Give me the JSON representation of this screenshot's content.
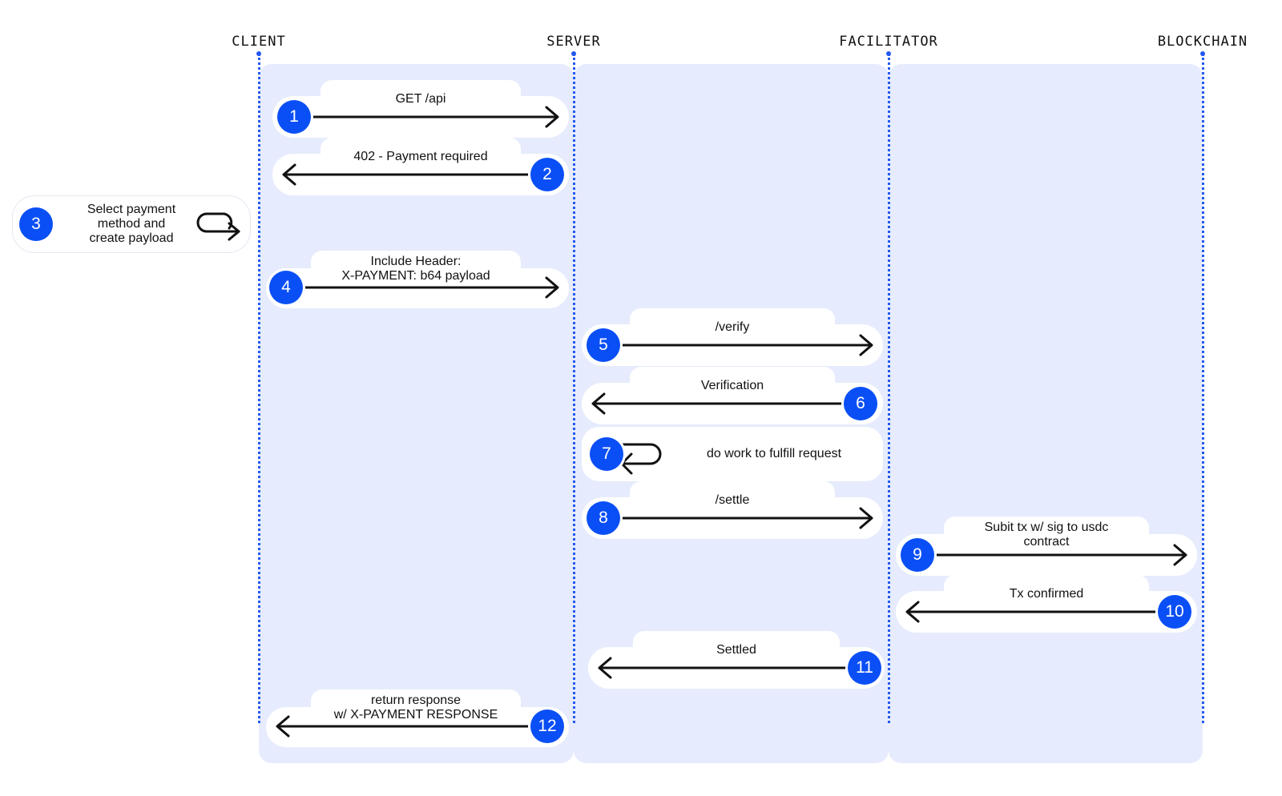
{
  "actors": [
    "CLIENT",
    "SERVER",
    "FACILITATOR",
    "BLOCKCHAIN"
  ],
  "steps": [
    {
      "num": "1",
      "label": "GET /api",
      "from": "CLIENT",
      "to": "SERVER"
    },
    {
      "num": "2",
      "label": "402 - Payment required",
      "from": "SERVER",
      "to": "CLIENT"
    },
    {
      "num": "3",
      "label": "Select payment method and create payload",
      "lines": [
        "Select payment",
        "method and",
        "create payload"
      ],
      "actor": "CLIENT"
    },
    {
      "num": "4",
      "label": "Include Header: X-PAYMENT: b64 payload",
      "lines": [
        "Include Header:",
        "X-PAYMENT: b64 payload"
      ],
      "from": "CLIENT",
      "to": "SERVER"
    },
    {
      "num": "5",
      "label": "/verify",
      "from": "SERVER",
      "to": "FACILITATOR"
    },
    {
      "num": "6",
      "label": "Verification",
      "from": "FACILITATOR",
      "to": "SERVER"
    },
    {
      "num": "7",
      "label": "do work to fulfill request",
      "actor": "SERVER"
    },
    {
      "num": "8",
      "label": "/settle",
      "from": "SERVER",
      "to": "FACILITATOR"
    },
    {
      "num": "9",
      "label": "Subit tx w/ sig to usdc contract",
      "lines": [
        "Subit tx w/ sig to usdc",
        "contract"
      ],
      "from": "FACILITATOR",
      "to": "BLOCKCHAIN"
    },
    {
      "num": "10",
      "label": "Tx confirmed",
      "from": "BLOCKCHAIN",
      "to": "FACILITATOR"
    },
    {
      "num": "11",
      "label": "Settled",
      "from": "FACILITATOR",
      "to": "SERVER"
    },
    {
      "num": "12",
      "label": "return response w/ X-PAYMENT RESPONSE",
      "lines": [
        "return response",
        "w/ X-PAYMENT RESPONSE"
      ],
      "from": "SERVER",
      "to": "CLIENT"
    }
  ],
  "colors": {
    "accent": "#0a4ff5",
    "lifeline": "#2458f0",
    "panel": "#e6ecfd",
    "arrow": "#111111"
  }
}
